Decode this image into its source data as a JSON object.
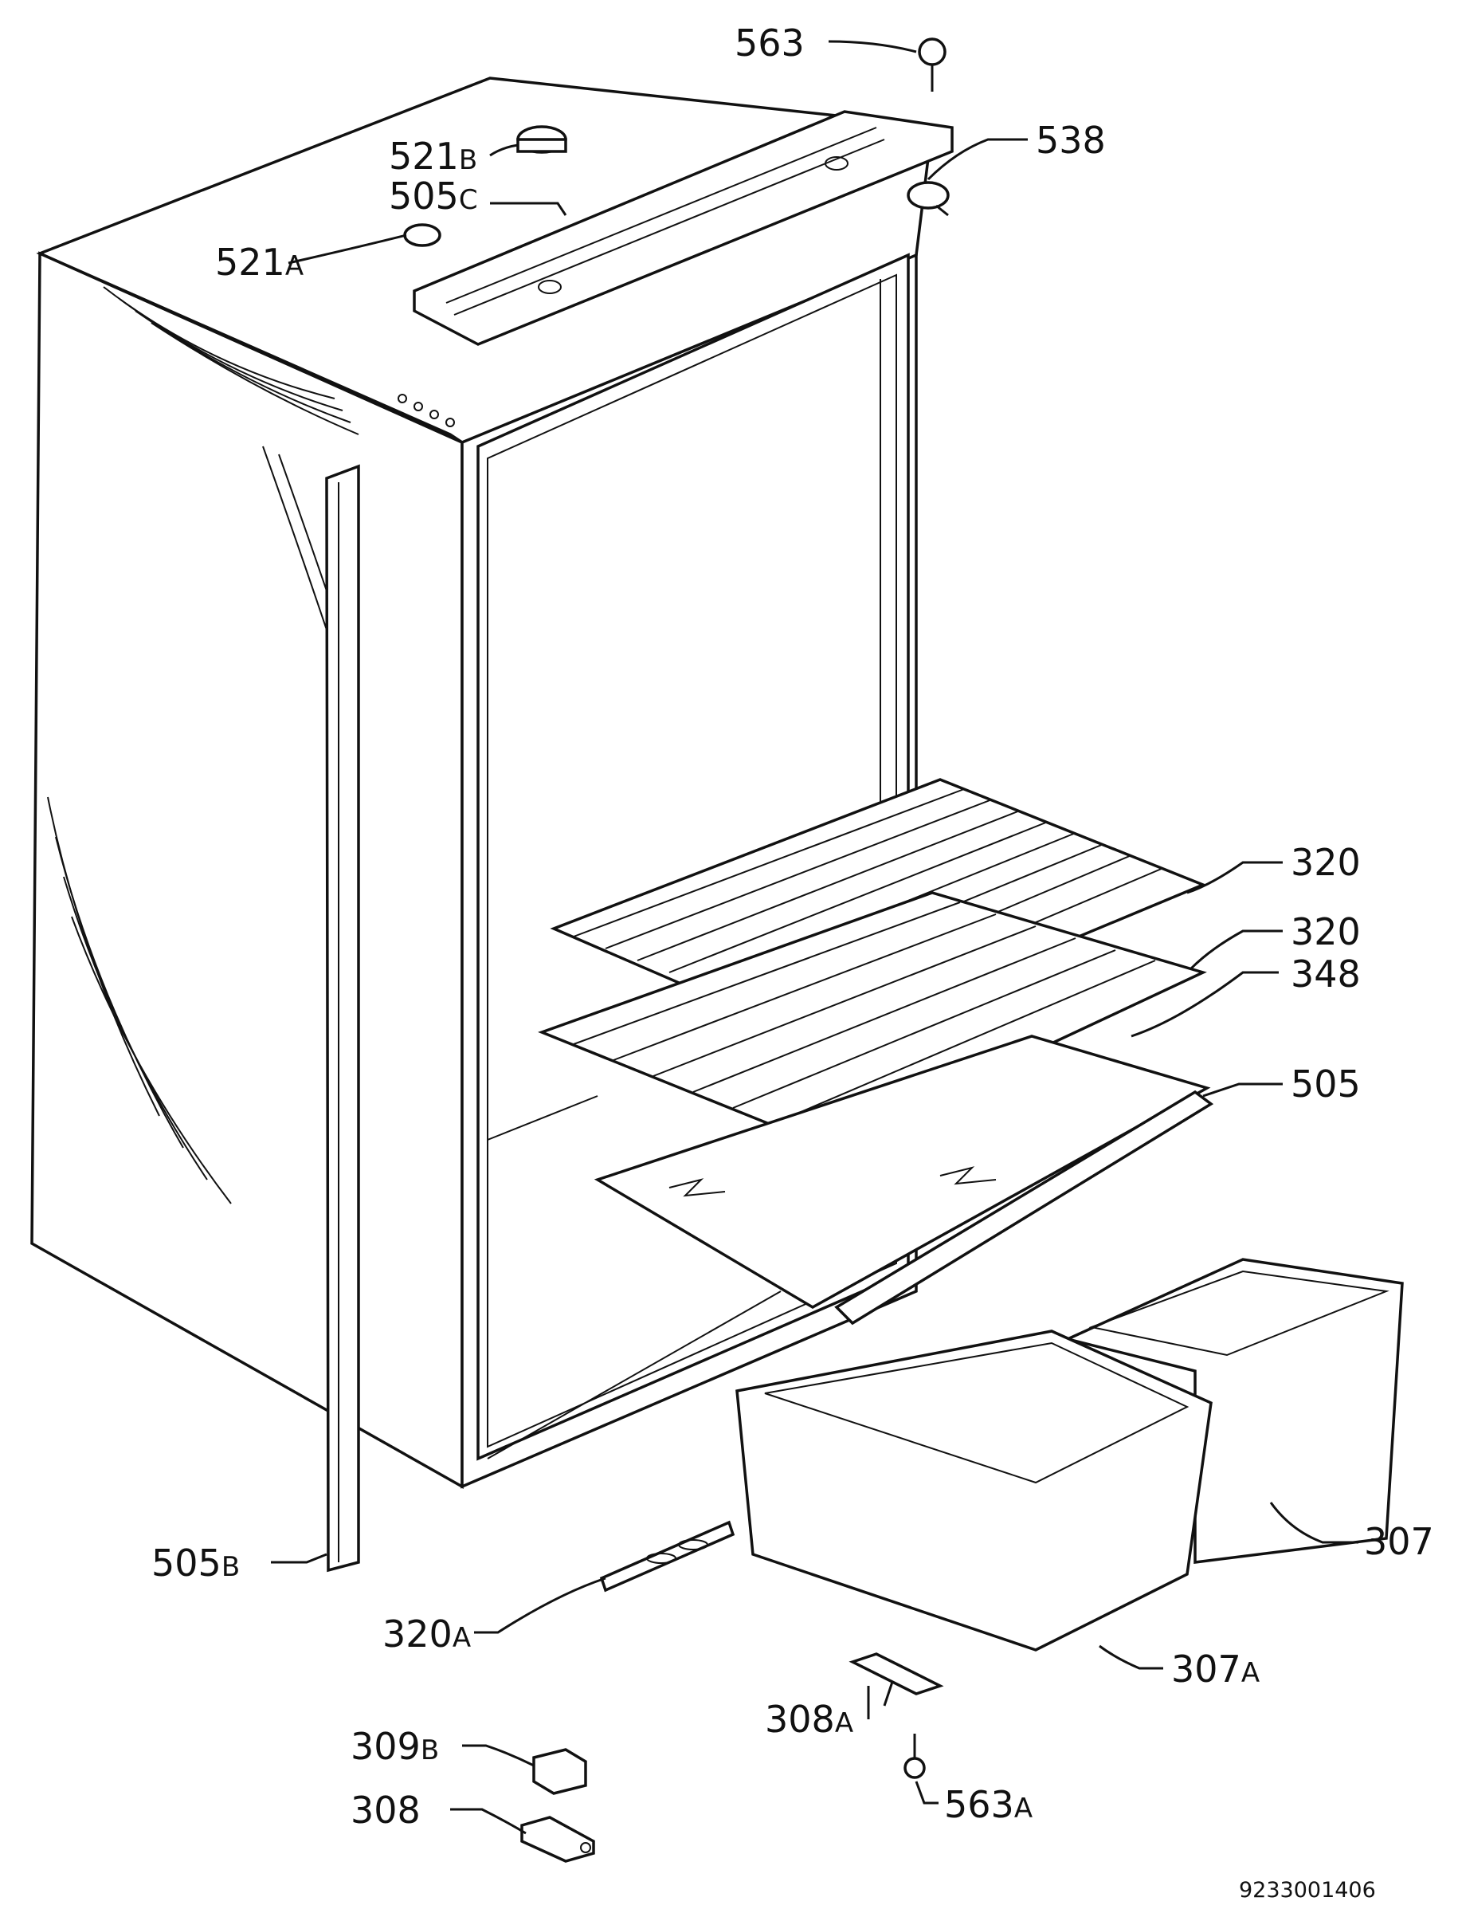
{
  "callouts": [
    {
      "id": "563",
      "num": "563",
      "suffix": ""
    },
    {
      "id": "538",
      "num": "538",
      "suffix": ""
    },
    {
      "id": "521b",
      "num": "521",
      "suffix": "B"
    },
    {
      "id": "505c",
      "num": "505",
      "suffix": "C"
    },
    {
      "id": "521a",
      "num": "521",
      "suffix": "A"
    },
    {
      "id": "320-upper",
      "num": "320",
      "suffix": ""
    },
    {
      "id": "320-lower",
      "num": "320",
      "suffix": ""
    },
    {
      "id": "348",
      "num": "348",
      "suffix": ""
    },
    {
      "id": "505",
      "num": "505",
      "suffix": ""
    },
    {
      "id": "307",
      "num": "307",
      "suffix": ""
    },
    {
      "id": "505b",
      "num": "505",
      "suffix": "B"
    },
    {
      "id": "320a",
      "num": "320",
      "suffix": "A"
    },
    {
      "id": "307a",
      "num": "307",
      "suffix": "A"
    },
    {
      "id": "308a",
      "num": "308",
      "suffix": "A"
    },
    {
      "id": "309b",
      "num": "309",
      "suffix": "B"
    },
    {
      "id": "308",
      "num": "308",
      "suffix": ""
    },
    {
      "id": "563a",
      "num": "563",
      "suffix": "A"
    }
  ],
  "drawing_code": "9233001406"
}
